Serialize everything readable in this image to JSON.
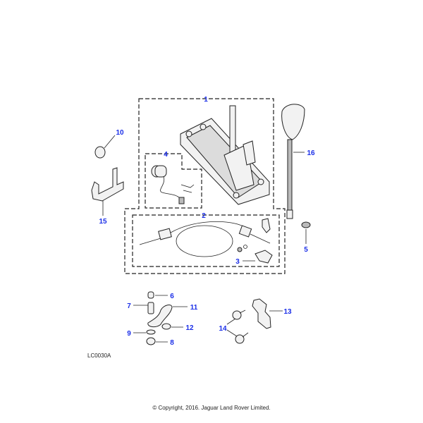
{
  "diagram": {
    "callouts": {
      "c1": "1",
      "c2": "2",
      "c3": "3",
      "c4": "4",
      "c5": "5",
      "c6": "6",
      "c7": "7",
      "c8": "8",
      "c9": "9",
      "c10": "10",
      "c11": "11",
      "c12": "12",
      "c13": "13",
      "c14": "14",
      "c15": "15",
      "c16": "16"
    },
    "reference_code": "LC0030A",
    "copyright": "© Copyright, 2016. Jaguar Land Rover Limited.",
    "colors": {
      "callout": "#1a2ee8"
    }
  }
}
